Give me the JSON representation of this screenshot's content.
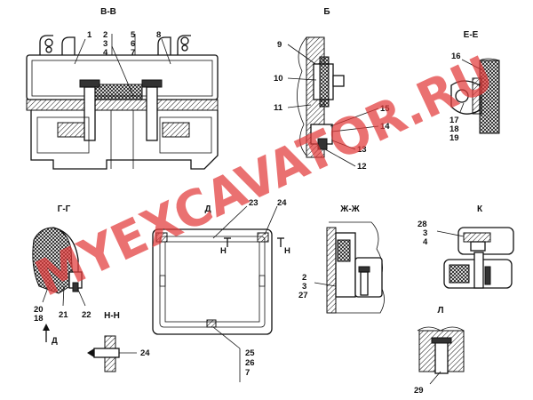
{
  "sections": {
    "vv": "В-В",
    "b": "Б",
    "ee": "Е-Е",
    "gg": "Г-Г",
    "d": "Д",
    "zhzh": "Ж-Ж",
    "k": "К",
    "nn": "Н-Н",
    "l": "Л"
  },
  "markers": {
    "n_left": "Н",
    "n_right": "Н",
    "d_arrow": "Д"
  },
  "callouts": {
    "vv_1": "1",
    "vv_2": "2",
    "vv_3": "3",
    "vv_4": "4",
    "vv_5": "5",
    "vv_6": "6",
    "vv_7": "7",
    "vv_8": "8",
    "b_9": "9",
    "b_10": "10",
    "b_11": "11",
    "b_12": "12",
    "b_13": "13",
    "b_14": "14",
    "b_15": "15",
    "ee_16": "16",
    "ee_17": "17",
    "ee_18": "18",
    "ee_19": "19",
    "gg_20": "20",
    "gg_18": "18",
    "gg_21": "21",
    "gg_22": "22",
    "d_23": "23",
    "d_24": "24",
    "d_25": "25",
    "d_26": "26",
    "d_7": "7",
    "zh_2": "2",
    "zh_3": "3",
    "zh_27": "27",
    "k_28": "28",
    "k_3": "3",
    "k_4": "4",
    "nn_24": "24",
    "l_29": "29"
  },
  "watermark": "MYEXCAVATOR.RU",
  "colors": {
    "ink": "#111111",
    "watermark": "#e23a3a",
    "background": "#ffffff"
  }
}
